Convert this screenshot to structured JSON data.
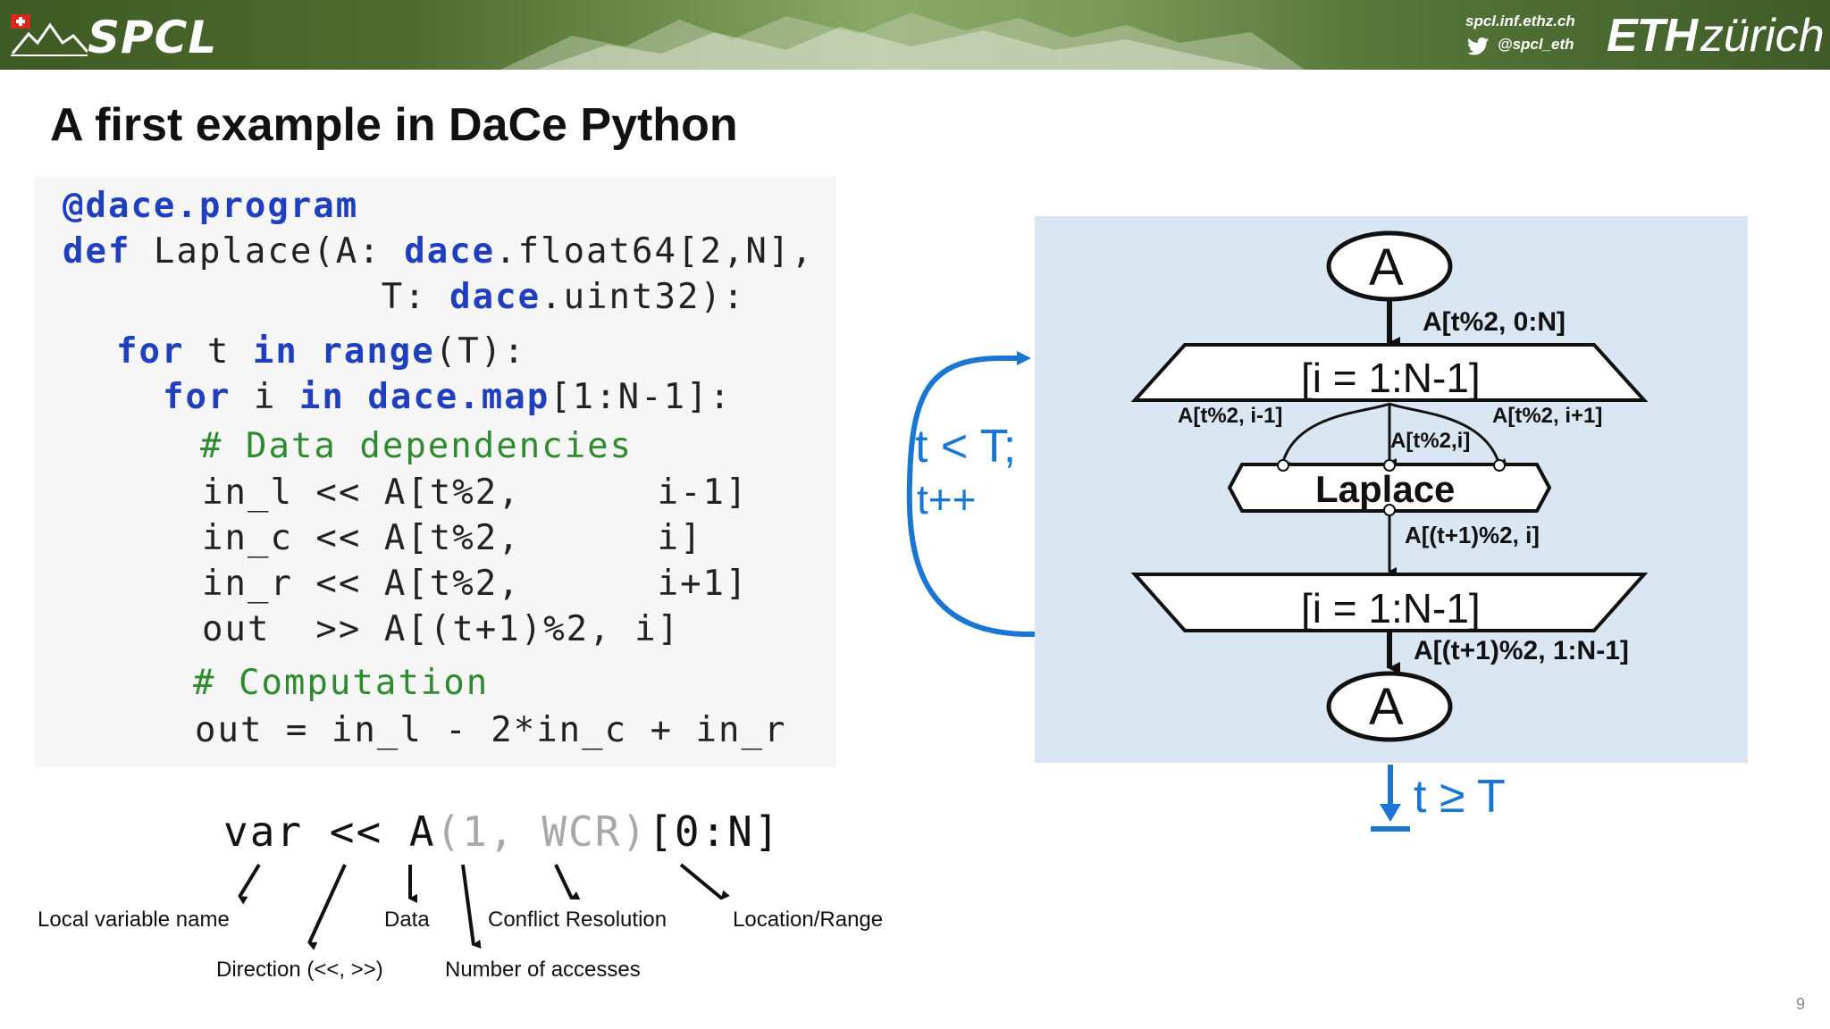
{
  "header": {
    "logo": "SPCL",
    "website": "spcl.inf.ethz.ch",
    "twitter": "@spcl_eth",
    "eth_bold": "ETH",
    "eth_light": "zürich"
  },
  "title": "A first example in DaCe Python",
  "code": {
    "l1": {
      "kw": "@dace.program"
    },
    "l2": {
      "kw1": "def",
      "a": " Laplace(A: ",
      "kw2": "dace",
      "b": ".float64[2,N],"
    },
    "l3": {
      "a": "              T: ",
      "kw": "dace",
      "b": ".uint32):"
    },
    "l4": {
      "kw1": "for",
      "a": " t ",
      "kw2": "in",
      "b": " ",
      "kw3": "range",
      "c": "(T):"
    },
    "l5": {
      "kw1": "for",
      "a": " i ",
      "kw2": "in",
      "b": " ",
      "kw3": "dace.map",
      "c": "[1:N-1]:"
    },
    "l6": {
      "cm": "# Data dependencies"
    },
    "l7": "in_l << A[t%2,      i-1]",
    "l8": "in_c << A[t%2,      i]",
    "l9": "in_r << A[t%2,      i+1]",
    "l10": "out  >> A[(t+1)%2, i]",
    "l11": {
      "cm": "# Computation"
    },
    "l12": "out = in_l - 2*in_c + in_r"
  },
  "diagram": {
    "node_top": "A",
    "node_bottom": "A",
    "edge_top": "A[t%2, 0:N]",
    "map_entry": "[i = 1:N-1]",
    "map_exit": "[i = 1:N-1]",
    "edge_left": "A[t%2, i-1]",
    "edge_mid": "A[t%2,i]",
    "edge_right": "A[t%2, i+1]",
    "tasklet": "Laplace",
    "edge_out": "A[(t+1)%2, i]",
    "edge_bottom": "A[(t+1)%2, 1:N-1]",
    "loop_cond_1": "t < T;",
    "loop_cond_2": "t++",
    "exit_cond": "t ≥ T"
  },
  "memlet": {
    "v1": "var << A",
    "v2": "(1, WCR)",
    "v3": "[0:N]",
    "ann_local": "Local variable name",
    "ann_direction": "Direction (<<, >>)",
    "ann_data": "Data",
    "ann_accesses": "Number of accesses",
    "ann_conflict": "Conflict Resolution",
    "ann_location": "Location/Range"
  },
  "page_number": "9",
  "colors": {
    "keyword": "#1f3fbf",
    "comment": "#2e8a2e",
    "loop": "#1976d2",
    "diagram_bg": "#dbe6f3"
  }
}
